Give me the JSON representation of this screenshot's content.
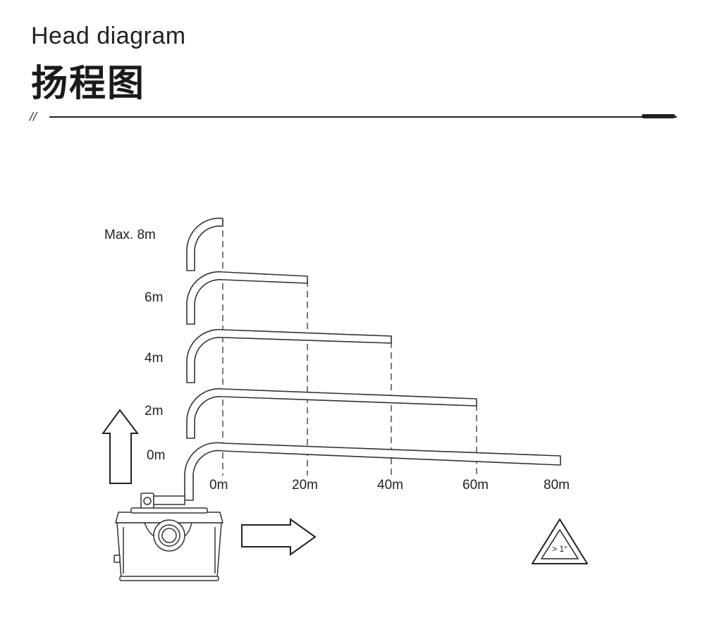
{
  "header": {
    "title_en": "Head diagram",
    "title_cn": "扬程图",
    "divider_mark": "//"
  },
  "diagram": {
    "head_levels": [
      {
        "label": "Max. 8m",
        "reach": "0m"
      },
      {
        "label": "6m",
        "reach": "20m"
      },
      {
        "label": "4m",
        "reach": "40m"
      },
      {
        "label": "2m",
        "reach": "60m"
      },
      {
        "label": "0m",
        "reach": "80m"
      }
    ],
    "distance_labels": [
      "0m",
      "20m",
      "40m",
      "60m",
      "80m"
    ],
    "slope_badge": "> 1°",
    "icons": [
      "up-arrow-icon",
      "right-arrow-icon",
      "pump-icon",
      "slope-warning-icon"
    ]
  }
}
